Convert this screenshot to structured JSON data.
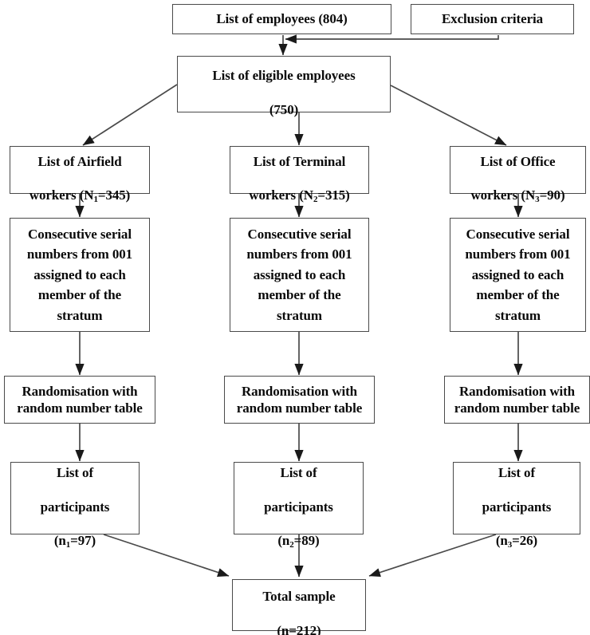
{
  "diagram": {
    "title": "Stratified random sampling flowchart",
    "line_color": "#4a4a4a",
    "text_color": "#0a0a0a",
    "background": "#ffffff",
    "nodes": {
      "employees": "List of employees (804)",
      "exclusion": "Exclusion criteria",
      "eligible_line1": "List of eligible employees",
      "eligible_line2": "(750)",
      "airfield_line1": "List of Airfield",
      "airfield_line2_pre": "workers (N",
      "airfield_sub": "1",
      "airfield_line2_post": "=345)",
      "terminal_line1": "List of Terminal",
      "terminal_line2_pre": "workers (N",
      "terminal_sub": "2",
      "terminal_line2_post": "=315)",
      "office_line1": "List of Office",
      "office_line2_pre": "workers (N",
      "office_sub": "3",
      "office_line2_post": "=90)",
      "serial_airfield": "Consecutive serial\nnumbers from 001\nassigned to each\nmember of the\nstratum",
      "serial_terminal": "Consecutive serial\nnumbers from 001\nassigned to each\nmember of the\nstratum",
      "serial_office": "Consecutive serial\nnumbers from 001\nassigned to each\nmember of the\nstratum",
      "random_airfield": "Randomisation with\nrandom number table",
      "random_terminal": "Randomisation with\nrandom number table",
      "random_office": "Randomisation with\nrandom number table",
      "participants_airfield_line1": "List of",
      "participants_airfield_line2": "participants",
      "participants_airfield_line3_pre": "(n",
      "participants_airfield_sub": "1",
      "participants_airfield_line3_post": "=97)",
      "participants_terminal_line1": "List of",
      "participants_terminal_line2": "participants",
      "participants_terminal_line3_pre": "(n",
      "participants_terminal_sub": "2",
      "participants_terminal_line3_post": "=89)",
      "participants_office_line1": "List of",
      "participants_office_line2": "participants",
      "participants_office_line3_pre": "(n",
      "participants_office_sub": "3",
      "participants_office_line3_post": "=26)",
      "total_line1": "Total sample",
      "total_line2": "(n=212)"
    }
  }
}
